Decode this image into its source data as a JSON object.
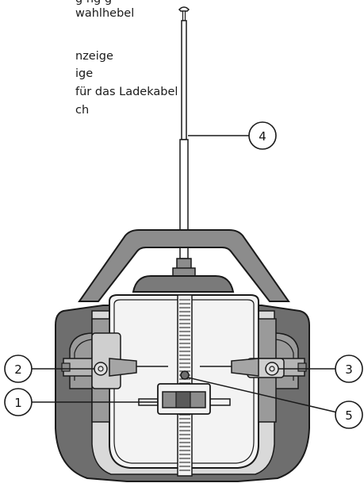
{
  "legend": {
    "lines": [
      "g ng g",
      "wahlhebel",
      "",
      "nzeige",
      "ige",
      "für das Ladekabel",
      "ch"
    ]
  },
  "callouts": [
    {
      "number": "1",
      "target": "switch-slider"
    },
    {
      "number": "2",
      "target": "left-trim-knob"
    },
    {
      "number": "3",
      "target": "right-trim-knob"
    },
    {
      "number": "4",
      "target": "antenna"
    },
    {
      "number": "5",
      "target": "center-indicator"
    }
  ],
  "colors": {
    "outline": "#1a1a1a",
    "grip_dark": "#6e6e6e",
    "grip_mid": "#8c8c8c",
    "face_light": "#d9d9d9",
    "panel_white": "#f3f3f3"
  }
}
